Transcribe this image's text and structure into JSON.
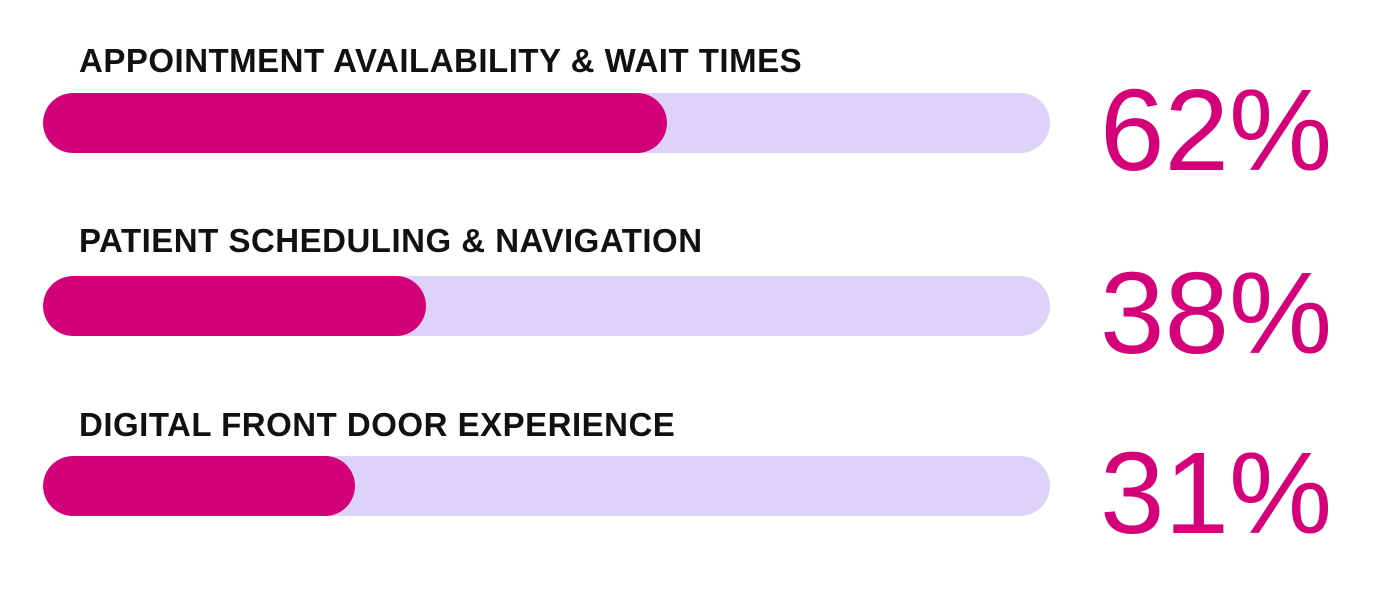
{
  "colors": {
    "fill": "#D3007A",
    "track": "#DDD3F8",
    "label": "#111111",
    "percent": "#D3007A"
  },
  "rows": [
    {
      "label": "APPOINTMENT AVAILABILITY & WAIT TIMES",
      "value": 62,
      "display": "62%"
    },
    {
      "label": "PATIENT SCHEDULING & NAVIGATION",
      "value": 38,
      "display": "38%"
    },
    {
      "label": "DIGITAL FRONT DOOR EXPERIENCE",
      "value": 31,
      "display": "31%"
    }
  ],
  "chart_data": {
    "type": "bar",
    "orientation": "horizontal",
    "title": "",
    "categories": [
      "APPOINTMENT AVAILABILITY & WAIT TIMES",
      "PATIENT SCHEDULING & NAVIGATION",
      "DIGITAL FRONT DOOR EXPERIENCE"
    ],
    "values": [
      62,
      38,
      31
    ],
    "value_labels": [
      "62%",
      "38%",
      "31%"
    ],
    "xlabel": "",
    "ylabel": "",
    "xlim": [
      0,
      100
    ],
    "grid": false,
    "legend": null
  }
}
